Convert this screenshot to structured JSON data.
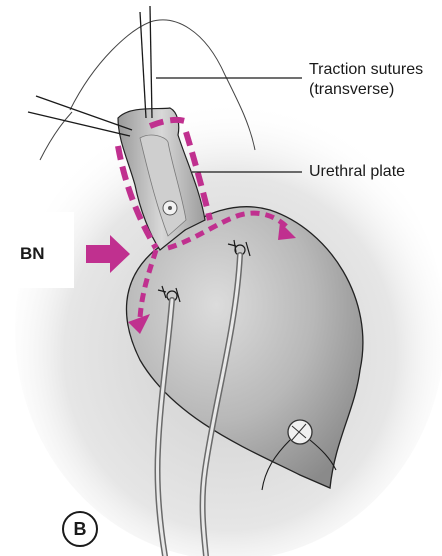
{
  "labels": {
    "traction_sutures_line1": "Traction sutures",
    "traction_sutures_line2": "(transverse)",
    "urethral_plate": "Urethral plate",
    "bn": "BN",
    "panel": "B"
  },
  "colors": {
    "magenta": "#c0308f",
    "leader": "#1a1a1a",
    "tissue": "#a9a9a9",
    "shadow": "#e2e2e2"
  }
}
